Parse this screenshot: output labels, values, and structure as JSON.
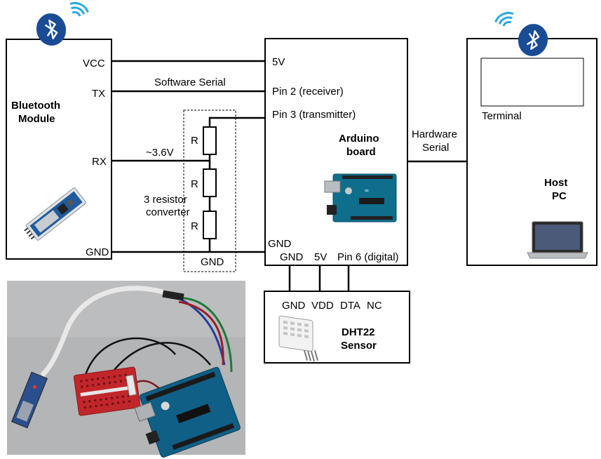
{
  "bluetooth_module": {
    "title_line1": "Bluetooth",
    "title_line2": "Module",
    "pins": {
      "vcc": "VCC",
      "tx": "TX",
      "rx": "RX",
      "gnd": "GND"
    }
  },
  "wires": {
    "software_serial": "Software Serial",
    "rx_voltage": "~3.6V",
    "hardware_serial_line1": "Hardware",
    "hardware_serial_line2": "Serial"
  },
  "resistor_converter": {
    "resistor_label": "R",
    "caption_line1": "3 resistor",
    "caption_line2": "converter",
    "gnd": "GND"
  },
  "arduino": {
    "title_line1": "Arduino",
    "title_line2": "board",
    "pins": {
      "v5": "5V",
      "pin2": "Pin 2 (receiver)",
      "pin3": "Pin 3 (transmitter)",
      "gnd_left": "GND",
      "gnd_bottom": "GND",
      "v5_bottom": "5V",
      "pin6": "Pin 6 (digital)"
    }
  },
  "dht22": {
    "title_line1": "DHT22",
    "title_line2": "Sensor",
    "pins": {
      "gnd": "GND",
      "vdd": "VDD",
      "dta": "DTA",
      "nc": "NC"
    }
  },
  "host_pc": {
    "title_line1": "Host",
    "title_line2": "PC",
    "terminal": "Terminal"
  },
  "icons": [
    "bluetooth-icon",
    "laptop-icon",
    "arduino-board-icon",
    "dht22-sensor-icon",
    "bluetooth-module-icon",
    "breadboard-photo"
  ],
  "colors": {
    "bluetooth_blue": "#1a4c96",
    "signal_cyan": "#29a8e0",
    "arduino_teal": "#0e6e8c",
    "breadboard_red": "#c0262a"
  }
}
